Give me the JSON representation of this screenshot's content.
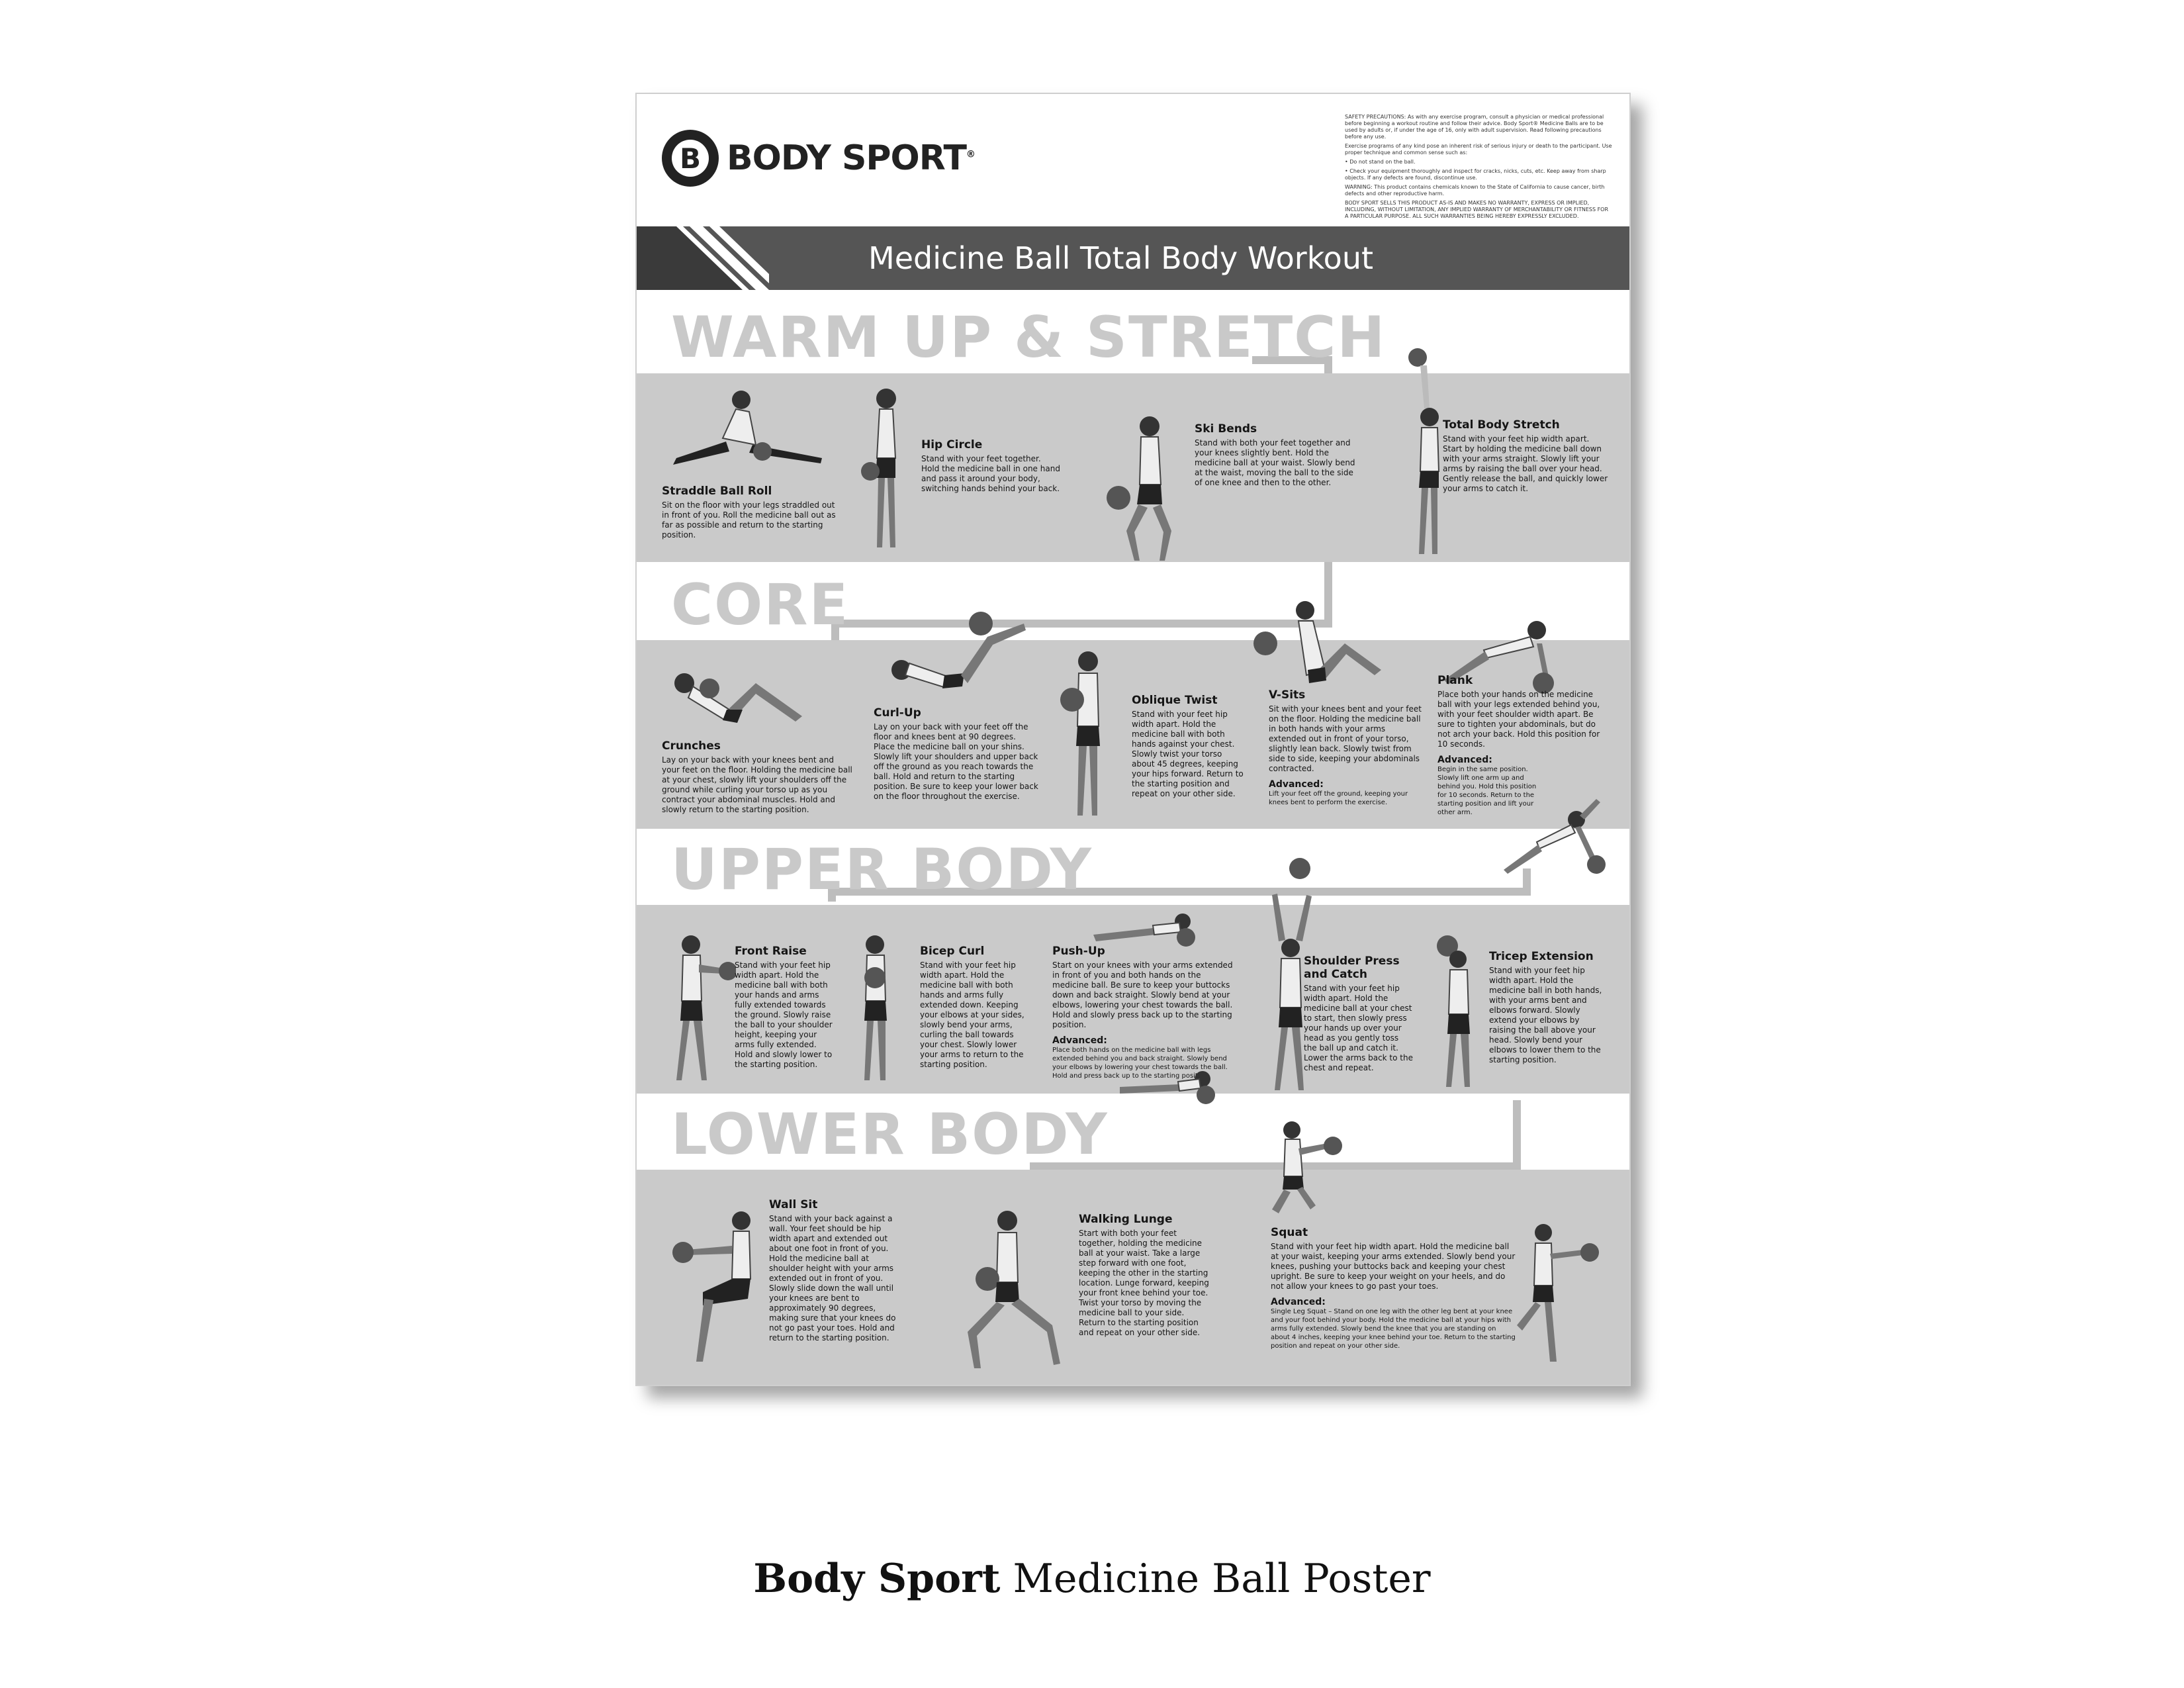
{
  "logo": {
    "mark": "B",
    "name": "BODY SPORT",
    "reg": "®"
  },
  "safety": [
    "SAFETY PRECAUTIONS: As with any exercise program, consult a physician or medical professional before beginning a workout routine and follow their advice. Body Sport® Medicine Balls are to be used by adults or, if under the age of 16, only with adult supervision. Read following precautions before any use.",
    "Exercise programs of any kind pose an inherent risk of serious injury or death to the participant. Use proper technique and common sense such as:",
    "• Do not stand on the ball.",
    "• Check your equipment thoroughly and inspect for cracks, nicks, cuts, etc. Keep away from sharp objects. If any defects are found, discontinue use.",
    "WARNING: This product contains chemicals known to the State of California to cause cancer, birth defects and other reproductive harm.",
    "BODY SPORT SELLS THIS PRODUCT AS-IS AND MAKES NO WARRANTY, EXPRESS OR IMPLIED, INCLUDING, WITHOUT LIMITATION, ANY IMPLIED WARRANTY OF MERCHANTABILITY OR FITNESS FOR A PARTICULAR PURPOSE. ALL SUCH WARRANTIES BEING HEREBY EXPRESSLY EXCLUDED."
  ],
  "title": "Medicine Ball Total Body Workout",
  "sections": {
    "warmup": "WARM UP & STRETCH",
    "core": "CORE",
    "upper": "UPPER BODY",
    "lower": "LOWER BODY"
  },
  "exercises": {
    "straddle": {
      "title": "Straddle Ball Roll",
      "desc": "Sit on the floor with your legs straddled out in front of you. Roll the medicine ball out as far as possible and return to the starting position."
    },
    "hip": {
      "title": "Hip Circle",
      "desc": "Stand with your feet together. Hold the medicine ball in one hand and pass it around your body, switching hands behind your back."
    },
    "ski": {
      "title": "Ski Bends",
      "desc": "Stand with both your feet together and your knees slightly bent. Hold the medicine ball at your waist. Slowly bend at the waist, moving the ball to the side of one knee and then to the other."
    },
    "tbs": {
      "title": "Total Body Stretch",
      "desc": "Stand with your feet hip width apart. Start by holding the medicine ball down with your arms straight. Slowly lift your arms by raising the ball over your head. Gently release the ball, and quickly lower your arms to catch it."
    },
    "crunches": {
      "title": "Crunches",
      "desc": "Lay on your back with your knees bent and your feet on the floor. Holding the medicine ball at your chest, slowly lift your shoulders off the ground while curling your torso up as you contract your abdominal muscles. Hold and slowly return to the starting position."
    },
    "curlup": {
      "title": "Curl-Up",
      "desc": "Lay on your back with your feet off the floor and knees bent at 90 degrees. Place the medicine ball on your shins. Slowly lift your shoulders and upper back off the ground as you reach towards the ball. Hold and return to the starting position. Be sure to keep your lower back on the floor throughout the exercise."
    },
    "oblique": {
      "title": "Oblique Twist",
      "desc": "Stand with your feet hip width apart. Hold the medicine ball with both hands against your chest. Slowly twist your torso about 45 degrees, keeping your hips forward. Return to the starting position and repeat on your other side."
    },
    "vsits": {
      "title": "V-Sits",
      "desc": "Sit with your knees bent and your feet on the floor. Holding the medicine ball in both hands with your arms extended out in front of your torso, slightly lean back. Slowly twist from side to side, keeping your abdominals contracted.",
      "adv_label": "Advanced:",
      "adv": "Lift your feet off the ground, keeping your knees bent to perform the exercise."
    },
    "plank": {
      "title": "Plank",
      "desc": "Place both your hands on the medicine ball with your legs extended behind you, with your feet shoulder width apart. Be sure to tighten your abdominals, but do not arch your back. Hold this position for 10 seconds.",
      "adv_label": "Advanced:",
      "adv": "Begin in the same position. Slowly lift one arm up and behind you. Hold this position for 10 seconds. Return to the starting position and lift your other arm."
    },
    "front": {
      "title": "Front Raise",
      "desc": "Stand with your feet hip width apart. Hold the medicine ball with both your hands and arms fully extended towards the ground. Slowly raise the ball to your shoulder height, keeping your arms fully extended. Hold and slowly lower to the starting position."
    },
    "bicep": {
      "title": "Bicep Curl",
      "desc": "Stand with your feet hip width apart. Hold the medicine ball with both hands and arms fully extended down. Keeping your elbows at your sides, slowly bend your arms, curling the ball towards your chest. Slowly lower your arms to return to the starting position."
    },
    "pushup": {
      "title": "Push-Up",
      "desc": "Start on your knees with your arms extended in front of you and both hands on the medicine ball. Be sure to keep your buttocks down and back straight. Slowly bend at your elbows, lowering your chest towards the ball. Hold and slowly press back up to the starting position.",
      "adv_label": "Advanced:",
      "adv": "Place both hands on the medicine ball with legs extended behind you and back straight. Slowly bend your elbows by lowering your chest towards the ball. Hold and press back up to the starting position."
    },
    "shoulder": {
      "title": "Shoulder Press and Catch",
      "desc": "Stand with your feet hip width apart. Hold the medicine ball at your chest to start, then slowly press your hands up over your head as you gently toss the ball up and catch it. Lower the arms back to the chest and repeat."
    },
    "tricep": {
      "title": "Tricep Extension",
      "desc": "Stand with your feet hip width apart. Hold the medicine ball in both hands, with your arms bent and elbows forward. Slowly extend your elbows by raising the ball above your head. Slowly bend your elbows to lower them to the starting position."
    },
    "wallsit": {
      "title": "Wall Sit",
      "desc": "Stand with your back against a wall. Your feet should be hip width apart and extended out about one foot in front of you. Hold the medicine ball at shoulder height with your arms extended out in front of you. Slowly slide down the wall until your knees are bent to approximately 90 degrees, making sure that your knees do not go past your toes. Hold and return to the starting position."
    },
    "lunge": {
      "title": "Walking Lunge",
      "desc": "Start with both your feet together, holding the medicine ball at your waist. Take a large step forward with one foot, keeping the other in the starting location. Lunge forward, keeping your front knee behind your toe. Twist your torso by moving the medicine ball to your side. Return to the starting position and repeat on your other side."
    },
    "squat": {
      "title": "Squat",
      "desc": "Stand with your feet hip width apart. Hold the medicine ball at your waist, keeping your arms extended. Slowly bend your knees, pushing your buttocks back and keeping your chest upright. Be sure to keep your weight on your heels, and do not allow your knees to go past your toes.",
      "adv_label": "Advanced:",
      "adv": "Single Leg Squat – Stand on one leg with the other leg bent at your knee and your foot behind your body. Hold the medicine ball at your hips with arms fully extended. Slowly bend the knee that you are standing on about 4 inches, keeping your knee behind your toe. Return to the starting position and repeat on your other side."
    }
  },
  "caption": {
    "brand": "Body Sport",
    "rest": " Medicine Ball Poster"
  }
}
